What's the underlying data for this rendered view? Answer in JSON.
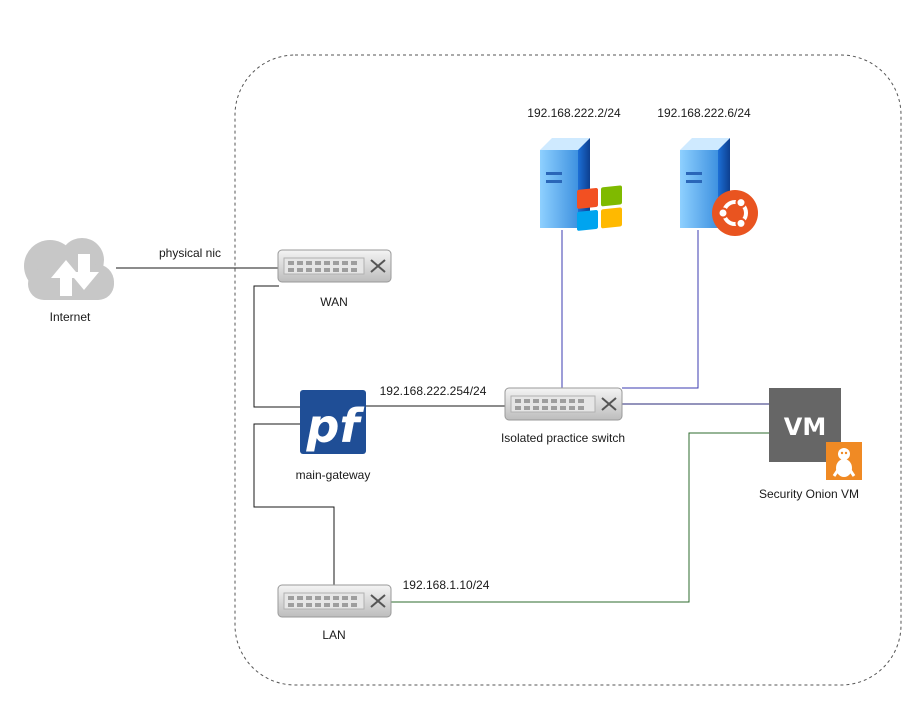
{
  "nodes": {
    "internet": {
      "label": "Internet"
    },
    "wan_switch": {
      "label": "WAN"
    },
    "pfsense": {
      "label": "main-gateway",
      "logo_text": "pf"
    },
    "practice_switch": {
      "label": "Isolated practice switch"
    },
    "lan_switch": {
      "label": "LAN"
    },
    "windows_server": {
      "label": "192.168.222.2/24"
    },
    "ubuntu_server": {
      "label": "192.168.222.6/24"
    },
    "security_onion": {
      "label": "Security Onion VM",
      "badge_text": "VM"
    }
  },
  "links": {
    "internet_wan": {
      "label": "physical nic"
    },
    "gateway_practice": {
      "label": "192.168.222.254/24"
    },
    "lan_security_onion": {
      "label": "192.168.1.10/24"
    }
  },
  "colors": {
    "boundary": "#555555",
    "link_black": "#1a1a1a",
    "link_blue": "#3b3bb0",
    "link_navy": "#2a2a7a",
    "link_green": "#2e6b2e",
    "pf_blue": "#1f4e96",
    "vm_gray": "#666666",
    "linux_orange": "#f08a24",
    "ubuntu_orange": "#e95420",
    "cloud_gray": "#c7c7c7"
  }
}
